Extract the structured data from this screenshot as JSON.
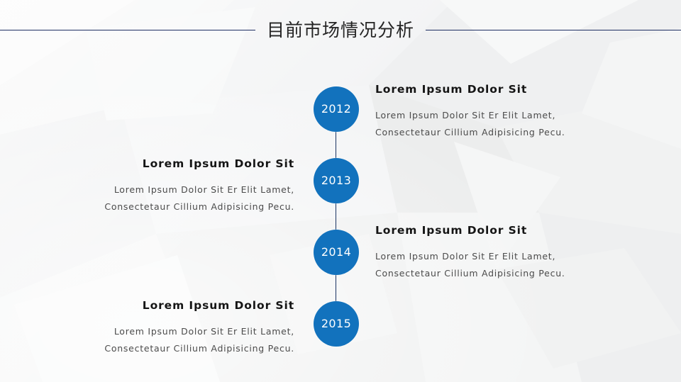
{
  "slide": {
    "title": "目前市场情况分析",
    "background_color": "#f1f2f3",
    "accent_color": "#1272bd",
    "rule_color": "#1f2f63",
    "heading_color": "#151515",
    "body_color": "#4b4b4b"
  },
  "timeline": {
    "nodes": [
      {
        "year": "2012",
        "side": "right"
      },
      {
        "year": "2013",
        "side": "left"
      },
      {
        "year": "2014",
        "side": "right"
      },
      {
        "year": "2015",
        "side": "left"
      }
    ],
    "blocks": [
      {
        "heading": "Lorem Ipsum Dolor Sit",
        "line1": "Lorem Ipsum Dolor Sit Er Elit Lamet,",
        "line2": "Consectetaur Cillium Adipisicing Pecu."
      },
      {
        "heading": "Lorem Ipsum Dolor Sit",
        "line1": "Lorem Ipsum Dolor Sit Er Elit Lamet,",
        "line2": "Consectetaur Cillium Adipisicing Pecu."
      },
      {
        "heading": "Lorem Ipsum Dolor Sit",
        "line1": "Lorem Ipsum Dolor Sit Er Elit Lamet,",
        "line2": "Consectetaur Cillium Adipisicing Pecu."
      },
      {
        "heading": "Lorem Ipsum Dolor Sit",
        "line1": "Lorem Ipsum Dolor Sit Er Elit Lamet,",
        "line2": "Consectetaur Cillium Adipisicing Pecu."
      }
    ]
  }
}
